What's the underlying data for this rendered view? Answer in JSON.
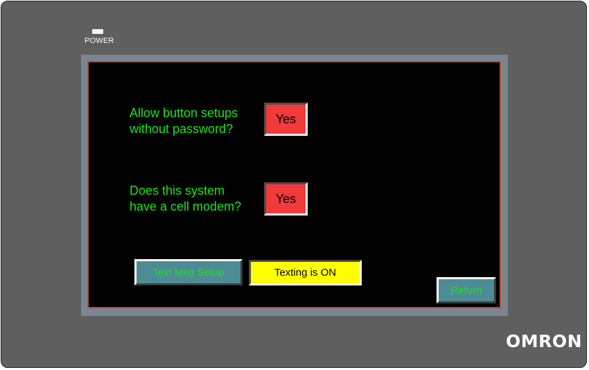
{
  "device": {
    "power_label": "POWER",
    "brand": "OMRON",
    "colors": {
      "bezel": "#5f5f5f",
      "screen_frame": "#7a8593",
      "screen_border": "#c0501e",
      "screen_background": "#000000",
      "text_green": "#19e619"
    }
  },
  "screen": {
    "question_password": {
      "text_line1": "Allow button setups",
      "text_line2": "without password?",
      "button_label": "Yes",
      "button_color": "#f23a3a"
    },
    "question_modem": {
      "text_line1": "Does this system",
      "text_line2": "have a cell modem?",
      "button_label": "Yes",
      "button_color": "#f23a3a"
    },
    "text_msg_setup_label": "Text Msg Setup",
    "texting_status_label": "Texting is ON",
    "texting_status_color": "#ffff00",
    "return_label": "Return"
  }
}
